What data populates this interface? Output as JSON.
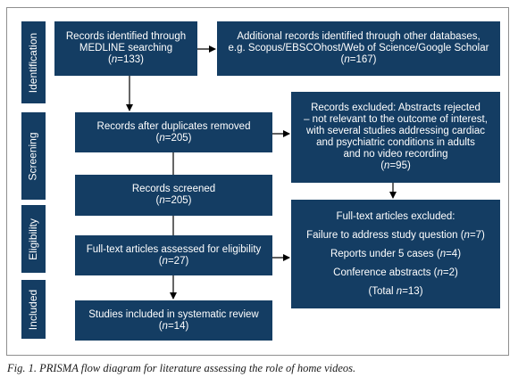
{
  "stages": {
    "identification": "Identification",
    "screening": "Screening",
    "eligibility": "Eligibility",
    "included": "Included"
  },
  "boxes": {
    "medline": {
      "line1": "Records identified through",
      "line2": "MEDLINE searching",
      "n_prefix": "n",
      "n_value": "=133)"
    },
    "other_db": {
      "line1": "Additional records identified through other databases,",
      "line2": "e.g. Scopus/EBSCOhost/Web of Science/Google Scholar",
      "n_prefix": "n",
      "n_value": "=167)"
    },
    "duplicates": {
      "line1": "Records after duplicates removed",
      "n_prefix": "n",
      "n_value": "=205)"
    },
    "abstracts_excluded": {
      "line1": "Records excluded: Abstracts rejected",
      "line2": "– not relevant to the outcome of interest,",
      "line3": "with several studies addressing cardiac",
      "line4": "and psychiatric conditions in adults",
      "line5": "and no video recording",
      "n_prefix": "n",
      "n_value": "=95)"
    },
    "screened": {
      "line1": "Records screened",
      "n_prefix": "n",
      "n_value": "=205)"
    },
    "fulltext_assessed": {
      "line1": "Full-text articles assessed for eligibility",
      "n_prefix": "n",
      "n_value": "=27)"
    },
    "fulltext_excluded": {
      "title": "Full-text articles excluded:",
      "r1_text": "Failure to address study question (",
      "r1_n": "n",
      "r1_val": "=7)",
      "r2_text": "Reports under 5 cases (",
      "r2_n": "n",
      "r2_val": "=4)",
      "r3_text": "Conference abstracts (",
      "r3_n": "n",
      "r3_val": "=2)",
      "total_text": "(Total ",
      "total_n": "n",
      "total_val": "=13)"
    },
    "included": {
      "line1": "Studies included in systematic review",
      "n_prefix": "n",
      "n_value": "=14)"
    }
  },
  "open_paren": "(",
  "caption": "Fig. 1. PRISMA flow diagram for literature assessing the role of home videos.",
  "colors": {
    "box_fill": "#143d63",
    "box_text": "#ffffff",
    "arrow": "#000000",
    "frame": "#8f8f8f"
  }
}
